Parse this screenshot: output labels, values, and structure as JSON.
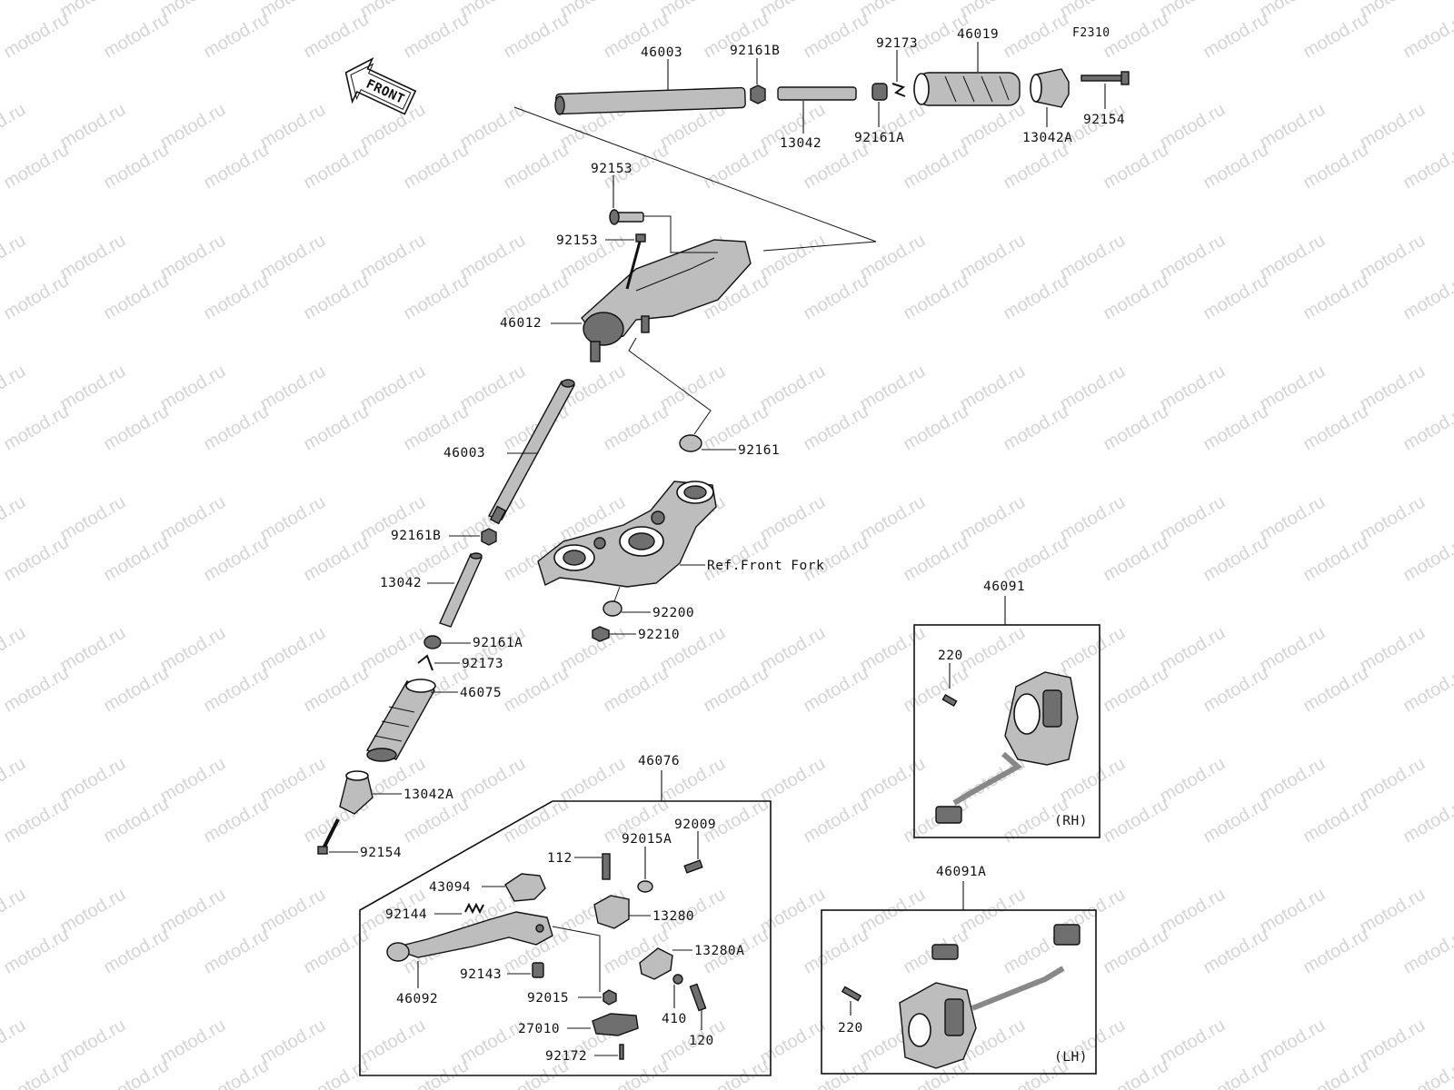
{
  "watermark": "motod.ru",
  "figure_code": "F2310",
  "front_arrow_label": "FRONT",
  "labels": {
    "p46003_top": "46003",
    "p92161B_top": "92161B",
    "p92173_top": "92173",
    "p46019": "46019",
    "p13042_top": "13042",
    "p92161A_top": "92161A",
    "p13042A_top": "13042A",
    "p92154_top": "92154",
    "p92153_a": "92153",
    "p92153_b": "92153",
    "p46012": "46012",
    "p92161": "92161",
    "p46003_mid": "46003",
    "p92161B_mid": "92161B",
    "ref_front_fork": "Ref.Front Fork",
    "p13042_mid": "13042",
    "p92200": "92200",
    "p92210": "92210",
    "p92161A_mid": "92161A",
    "p92173_mid": "92173",
    "p46075": "46075",
    "p13042A_mid": "13042A",
    "p92154_mid": "92154",
    "p46076": "46076",
    "p92009": "92009",
    "p112": "112",
    "p92015A": "92015A",
    "p43094": "43094",
    "p92144": "92144",
    "p13280": "13280",
    "p13280A": "13280A",
    "p92143": "92143",
    "p46092": "46092",
    "p92015": "92015",
    "p410": "410",
    "p27010": "27010",
    "p120": "120",
    "p92172": "92172",
    "p46091": "46091",
    "p220_rh": "220",
    "rh_tag": "(RH)",
    "p46091A": "46091A",
    "p220_lh": "220",
    "lh_tag": "(LH)"
  }
}
